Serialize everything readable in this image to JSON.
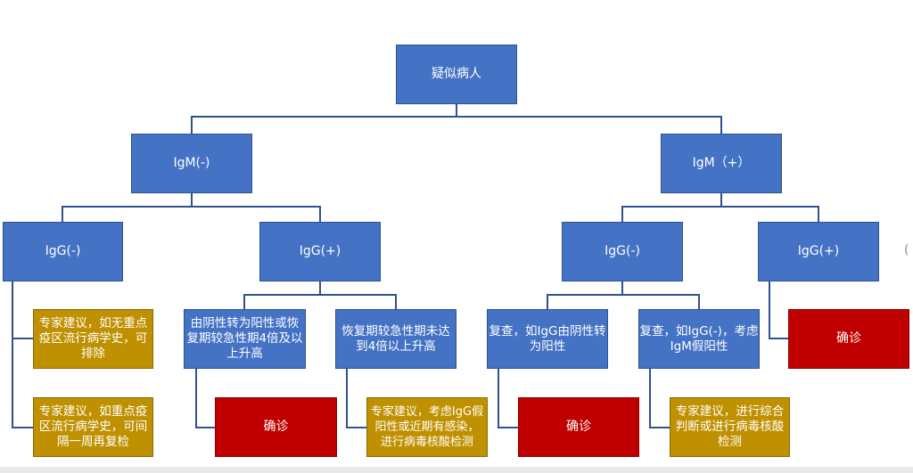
{
  "diagram": {
    "root": {
      "lines": [
        "疑似病人"
      ]
    },
    "igm_negative": {
      "lines": [
        "IgM(-)"
      ]
    },
    "igm_positive": {
      "lines": [
        "IgM（+）"
      ]
    },
    "igm_neg_igg_negative": {
      "lines": [
        "IgG(-)"
      ]
    },
    "igm_neg_igg_positive": {
      "lines": [
        "IgG(+)"
      ]
    },
    "igm_pos_igg_negative": {
      "lines": [
        "IgG(-)"
      ]
    },
    "igm_pos_igg_positive": {
      "lines": [
        "IgG(+)"
      ]
    },
    "advice_exclude": {
      "lines": [
        "专家建议，如无重点",
        "疫区流行病学史，可",
        "排除"
      ]
    },
    "advice_recheck_week": {
      "lines": [
        "专家建议，如重点疫",
        "区流行病学史，可间",
        "隔一周再复检"
      ]
    },
    "igg_seroconversion": {
      "lines": [
        "由阴性转为阳性或恢",
        "复期较急性期4倍及以",
        "上升高"
      ]
    },
    "igg_below_fourfold": {
      "lines": [
        "恢复期较急性期未达",
        "到4倍以上升高"
      ]
    },
    "recheck_igg_converts": {
      "lines": [
        "复查，如IgG由阴性转",
        "为阳性"
      ]
    },
    "recheck_igg_negative": {
      "lines": [
        "复查，如IgG(-)，考虑",
        "IgM假阳性"
      ]
    },
    "confirmed_a": {
      "lines": [
        "确诊"
      ]
    },
    "advice_nucleic_acid": {
      "lines": [
        "专家建议，考虑IgG假",
        "阳性或近期有感染，",
        "进行病毒核酸检测"
      ]
    },
    "confirmed_b": {
      "lines": [
        "确诊"
      ]
    },
    "advice_comprehensive": {
      "lines": [
        "专家建议，进行综合",
        "判断或进行病毒核酸",
        "检测"
      ]
    },
    "confirmed_c": {
      "lines": [
        "确诊"
      ]
    }
  },
  "edge_fragment": "(",
  "colors": {
    "node_blue": "#4472C4",
    "node_blue_border": "#2F528F",
    "node_gold": "#BF9000",
    "node_gold_border": "#8C6A00",
    "node_red": "#C00000",
    "node_red_border": "#8B0000",
    "connector": "#2F528F",
    "node_text": "#FFFFFF"
  }
}
